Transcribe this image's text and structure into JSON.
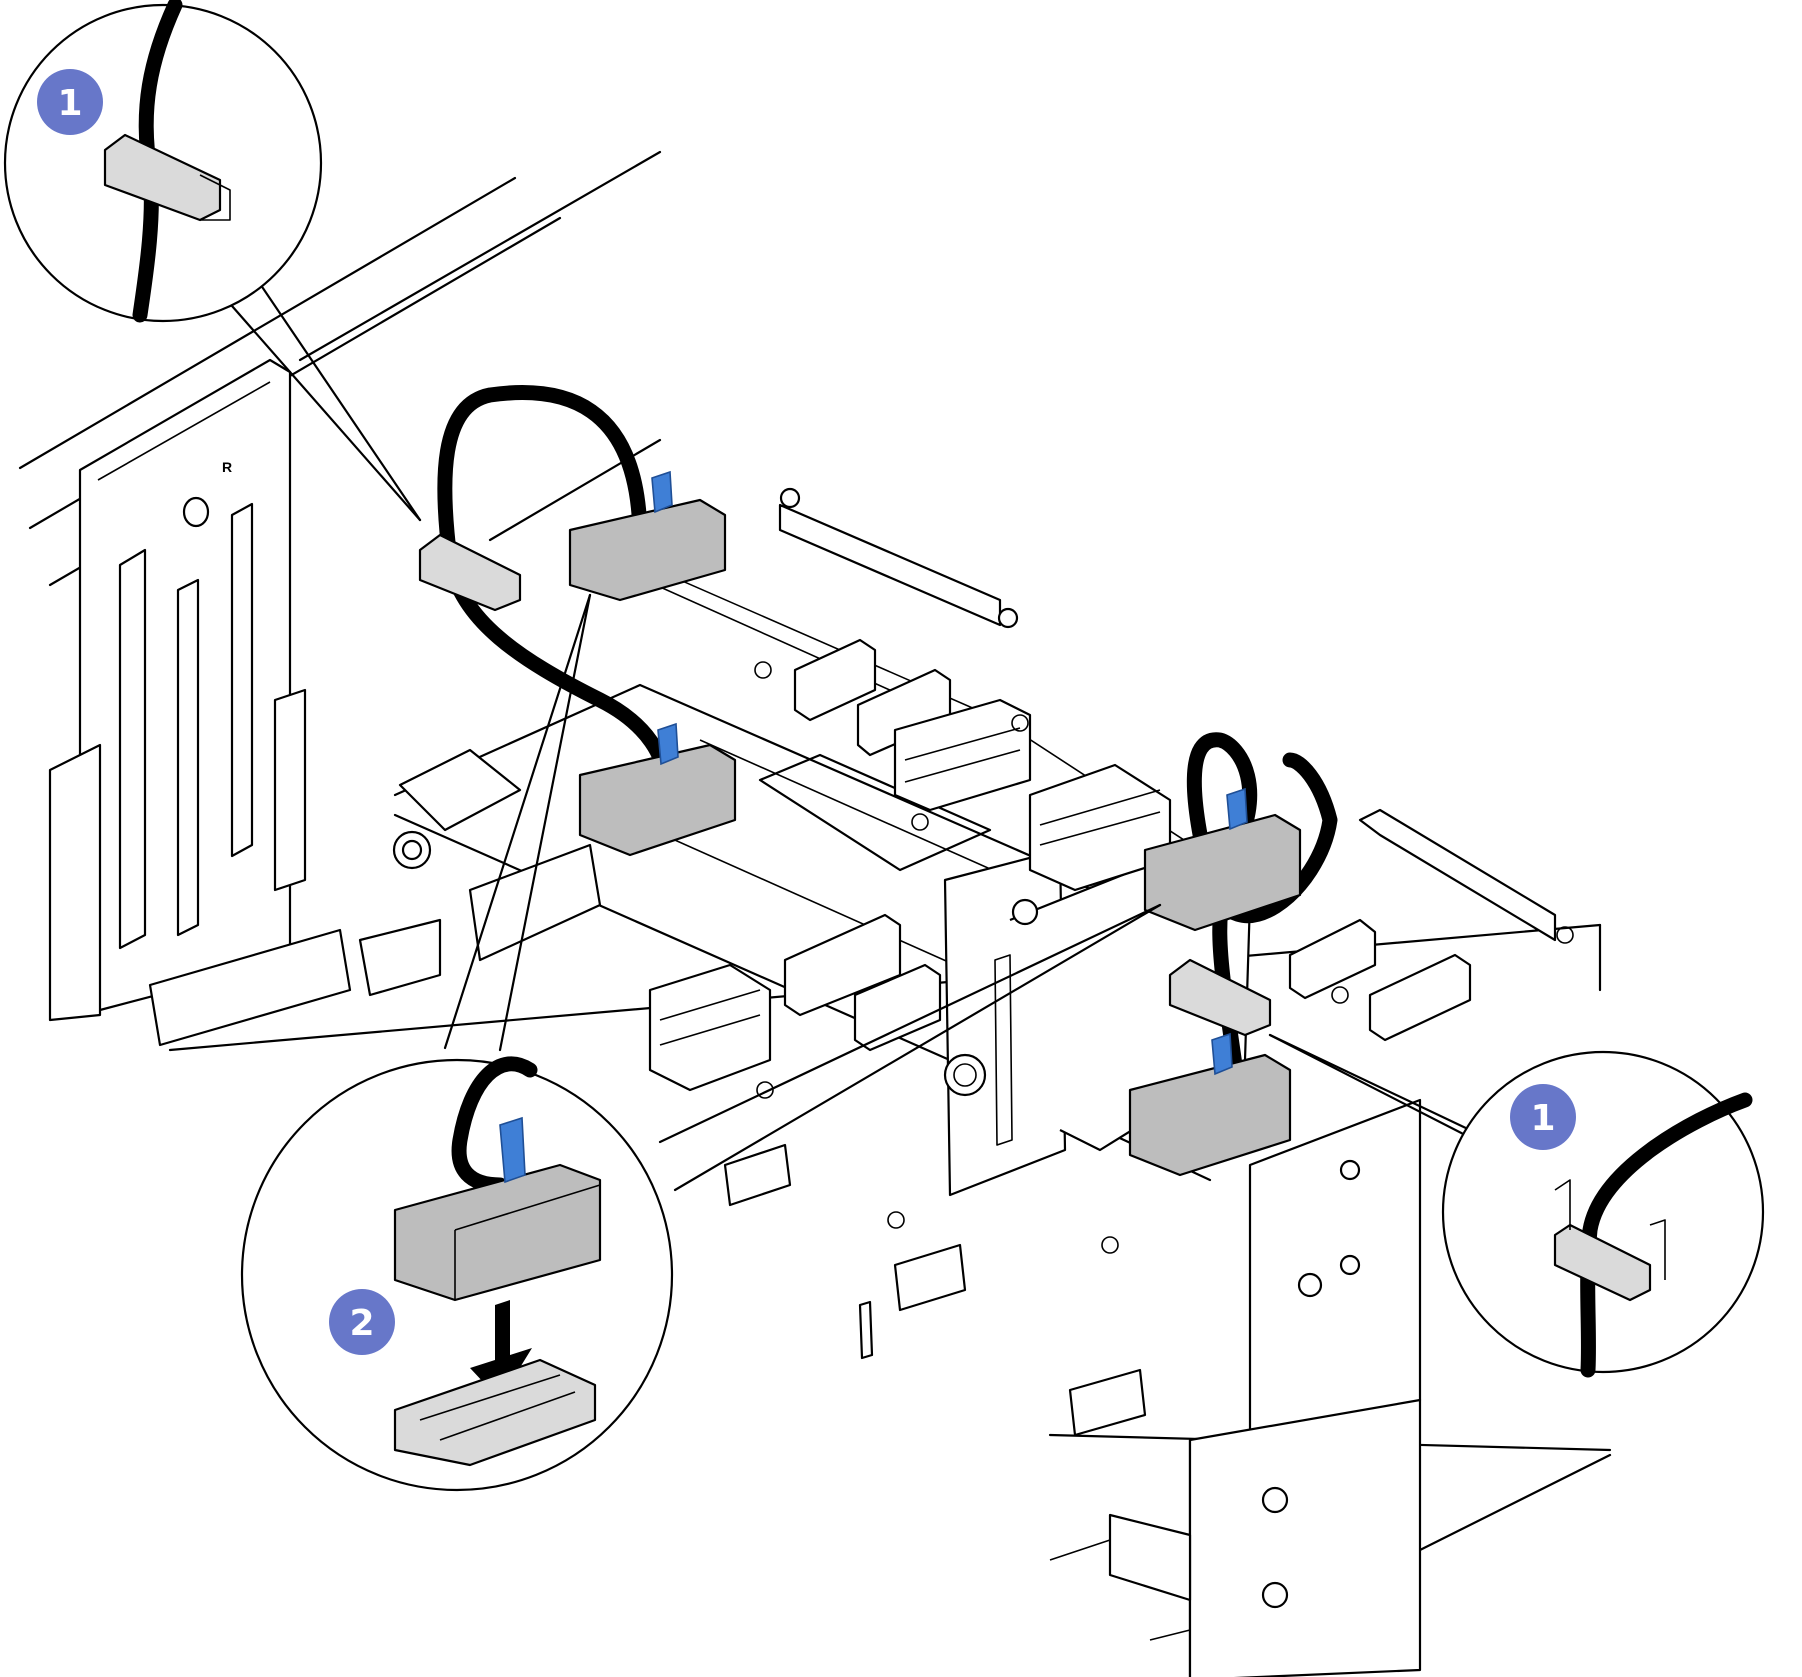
{
  "callouts": [
    {
      "id": "top-left-detail",
      "step": "1"
    },
    {
      "id": "bottom-left-detail",
      "step": "2"
    },
    {
      "id": "right-detail",
      "step": "1"
    }
  ],
  "board_label": "R",
  "colors": {
    "step_badge": "#6777c9",
    "cable_tab": "#3f7fd6",
    "connector_body": "#bdbdbd",
    "outline": "#000000"
  },
  "icons": [
    "step-badge-icon",
    "down-arrow-icon",
    "cable-clip-icon"
  ]
}
